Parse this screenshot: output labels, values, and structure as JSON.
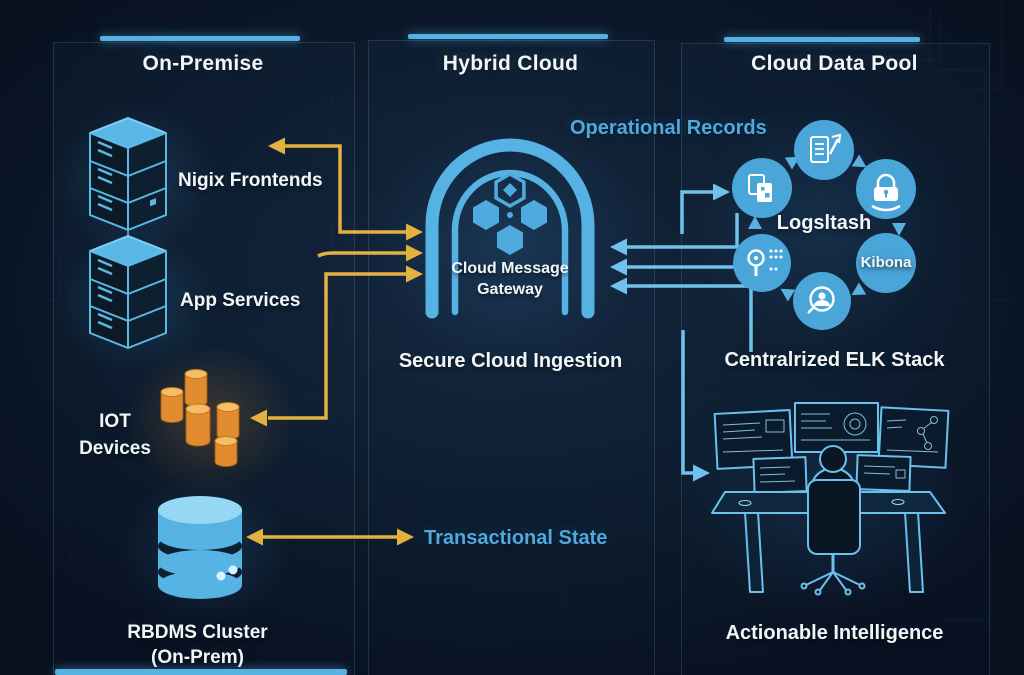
{
  "columns": [
    {
      "title": "On-Premise"
    },
    {
      "title": "Hybrid Cloud"
    },
    {
      "title": "Cloud Data Pool"
    }
  ],
  "on_premise": {
    "nginx_frontends": "Nigix Frontends",
    "app_services": "App Services",
    "iot_line1": "IOT",
    "iot_line2": "Devices",
    "rdbms_line1": "RBDMS Cluster",
    "rdbms_line2": "(On-Prem)"
  },
  "hybrid_cloud": {
    "operational_records": "Operational Records",
    "gateway_line1": "Cloud Message",
    "gateway_line2": "Gateway",
    "secure_ingestion": "Secure Cloud Ingestion",
    "transactional_state": "Transactional State"
  },
  "cloud_data_pool": {
    "logstash": "Logsltash",
    "kibana": "Kibona",
    "elk_stack": "Centralrized ELK Stack",
    "actionable_intelligence": "Actionable Intelligence"
  },
  "icons": {
    "server_stack": "isometric-server-stack-icon",
    "iot_devices": "orange-cylinder-cluster-icon",
    "database": "database-cylinder-icon",
    "gateway": "arch-hexagon-gateway-icon",
    "elk_ring": [
      "copy-files-icon",
      "document-checklist-icon",
      "padlock-icon",
      "kibana-circle",
      "chat-user-icon",
      "search-dots-icon"
    ],
    "workstation": "analyst-multi-monitor-desk-icon"
  },
  "colors": {
    "background": "#0b1624",
    "accent_blue": "#57b1e3",
    "label_blue": "#4fa9dc",
    "arrow_yellow": "#e3b13e",
    "iot_orange": "#e8923a",
    "circle_blue": "#4aa5d8",
    "text_white": "#f2f6f9"
  }
}
